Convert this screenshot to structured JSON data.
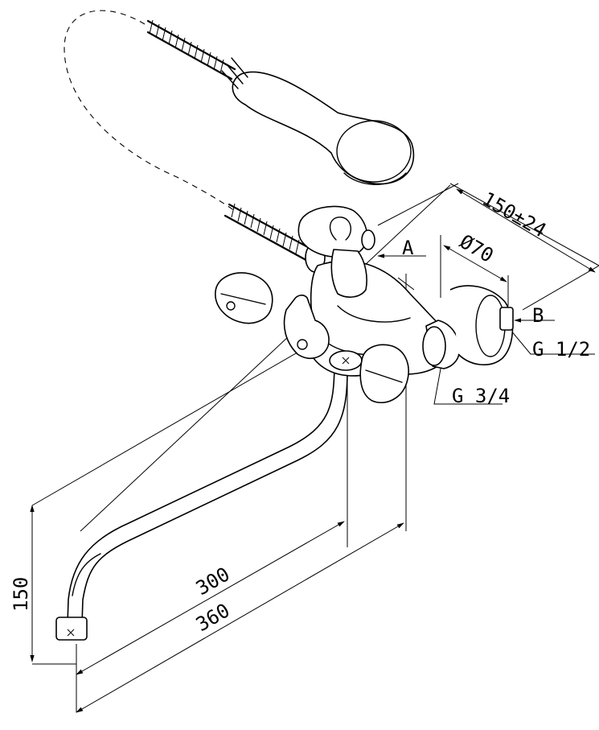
{
  "labels": {
    "width_tolerance": "150±24",
    "diameter": "Ø70",
    "ref_a": "A",
    "ref_b": "B",
    "thread_b": "G 1/2",
    "thread_main": "G 3/4",
    "height": "150",
    "spout_300": "300",
    "spout_360": "360"
  },
  "colors": {
    "line": "#000000",
    "background": "#ffffff"
  }
}
